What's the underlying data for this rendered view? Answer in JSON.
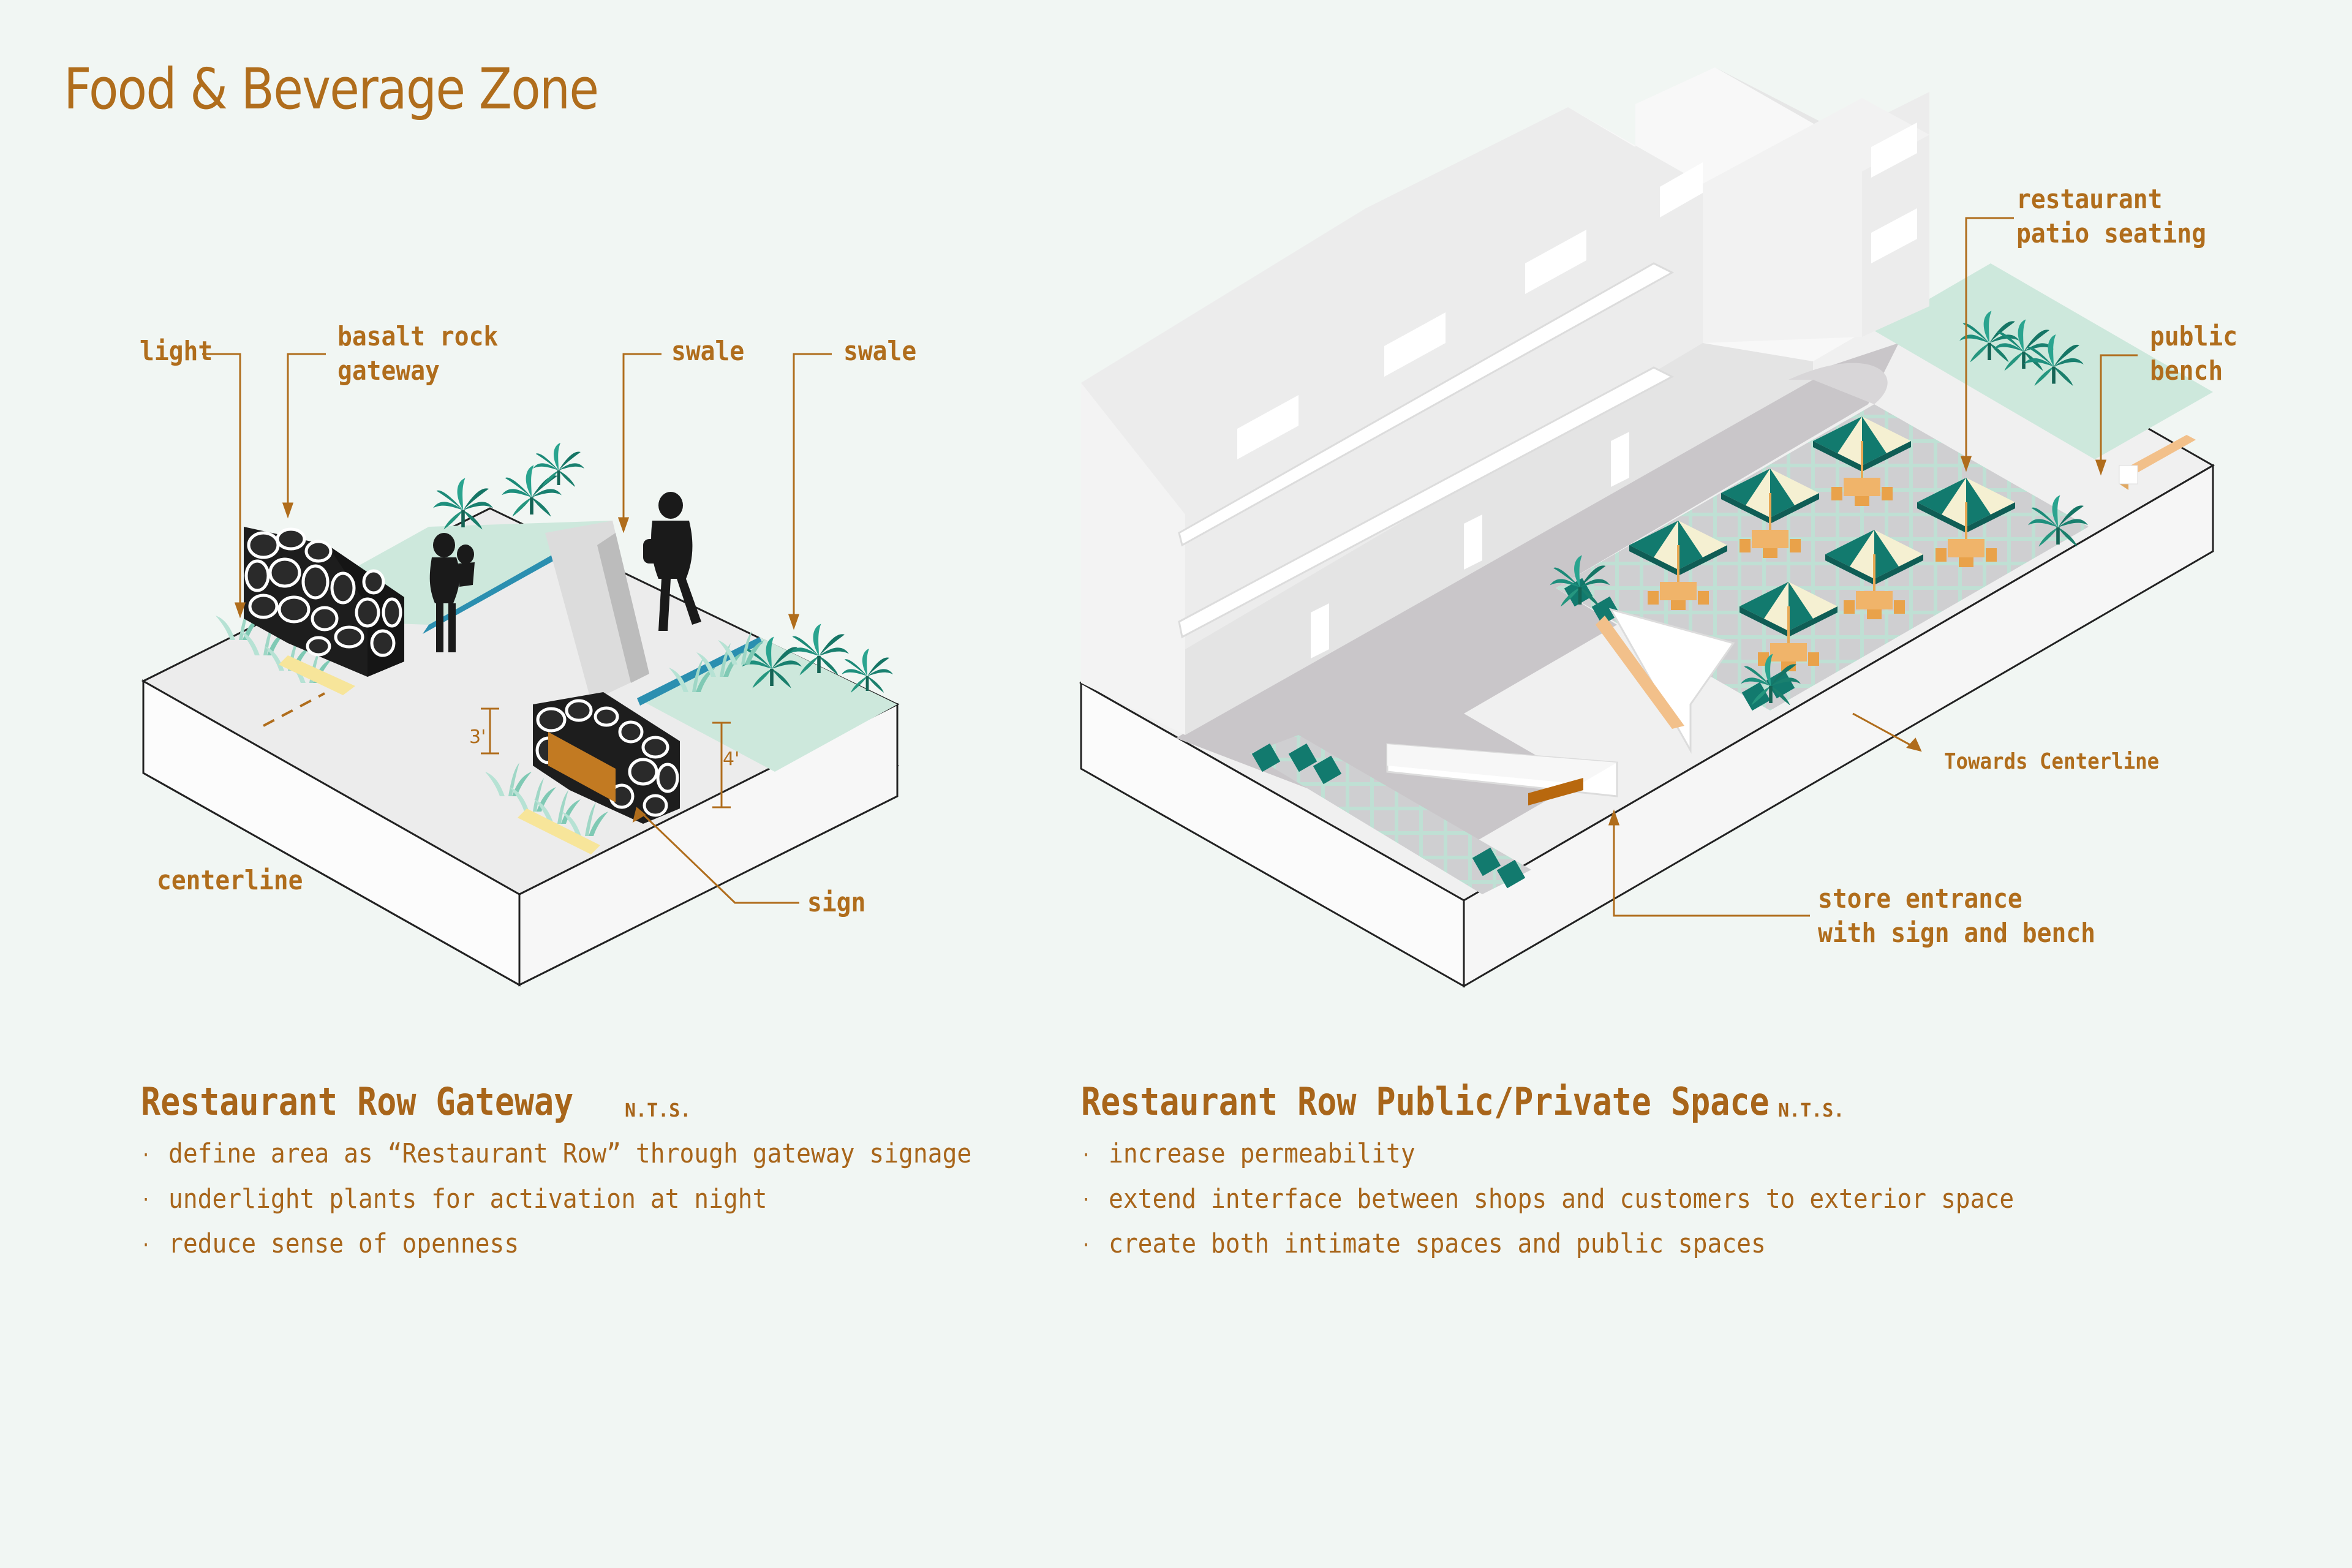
{
  "page": {
    "title": "Food & Beverage Zone"
  },
  "colors": {
    "accent": "#b06d1c",
    "teal": "#1a8a7a",
    "swale": "#cde8dc",
    "building": "#f3f3f3",
    "road": "#c9c6c9",
    "rock": "#222222"
  },
  "gateway": {
    "labels": {
      "light": "light",
      "basalt": "basalt rock\ngateway",
      "swale_1": "swale",
      "swale_2": "swale",
      "centerline": "centerline",
      "sign": "sign"
    },
    "dims": {
      "width": "3'",
      "height": "4'"
    },
    "heading": "Restaurant Row Gateway",
    "scale": "N.T.S.",
    "bullets": [
      "define area as “Restaurant Row” through gateway signage",
      "underlight plants for activation at night",
      "reduce sense of openness"
    ]
  },
  "public_private": {
    "labels": {
      "patio": "restaurant\npatio seating",
      "bench": "public\nbench",
      "towards": "Towards Centerline",
      "entrance": "store entrance\nwith sign and bench"
    },
    "heading": "Restaurant Row Public/Private Space",
    "scale": "N.T.S.",
    "bullets": [
      "increase permeability",
      "extend interface between shops and customers to exterior space",
      "create both intimate spaces and public spaces"
    ]
  }
}
